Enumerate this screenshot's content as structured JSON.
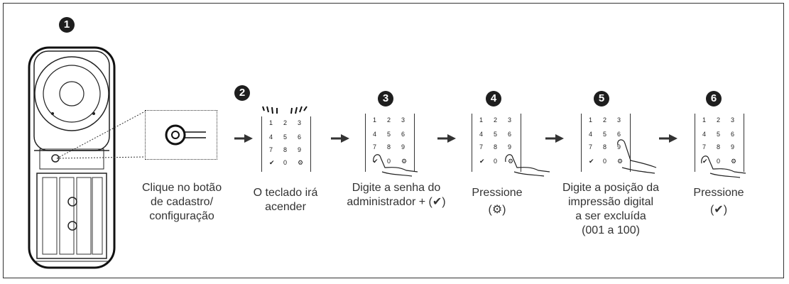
{
  "steps": [
    {
      "number": "1"
    },
    {
      "number": "2",
      "caption": [
        "O teclado irá",
        "acender"
      ]
    },
    {
      "number": "3",
      "caption": [
        "Digite a senha do",
        "administrador + (✔)"
      ]
    },
    {
      "number": "4",
      "caption": [
        "Pressione",
        "(⚙)"
      ]
    },
    {
      "number": "5",
      "caption": [
        "Digite a posição da",
        "impressão digital",
        "a ser excluída",
        "(001 a 100)"
      ]
    },
    {
      "number": "6",
      "caption": [
        "Pressione",
        "(✔)"
      ]
    }
  ],
  "detail_caption": [
    "Clique no botão",
    "de cadastro/",
    "configuração"
  ],
  "keypad_keys": [
    "1",
    "2",
    "3",
    "4",
    "5",
    "6",
    "7",
    "8",
    "9",
    "✔",
    "0",
    "⚙"
  ],
  "icons": {
    "arrow": "right-arrow-icon",
    "confirm": "checkmark-icon",
    "settings": "gear-icon",
    "finger": "finger-press-icon"
  }
}
